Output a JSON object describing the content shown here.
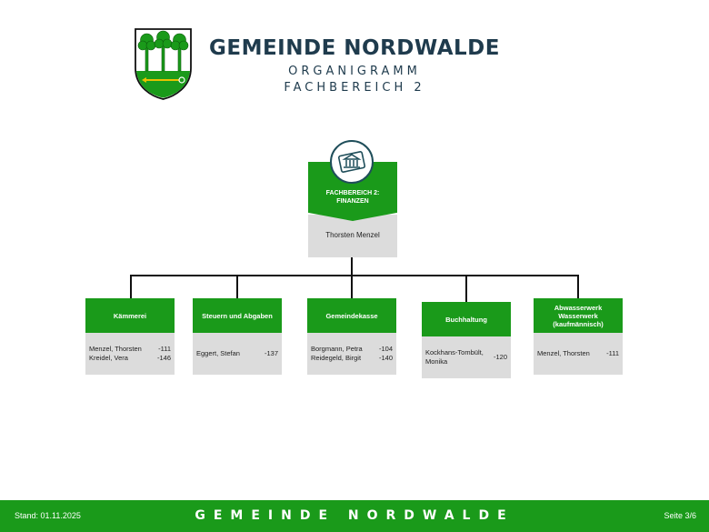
{
  "header": {
    "title": "GEMEINDE NORDWALDE",
    "subtitle1": "ORGANIGRAMM",
    "subtitle2": "FACHBEREICH 2"
  },
  "head_node": {
    "title": "FACHBEREICH 2:\nFINANZEN",
    "person": "Thorsten Menzel",
    "icon": "bank-money-icon"
  },
  "units": [
    {
      "name": "Kämmerei",
      "staff": [
        {
          "name": "Menzel, Thorsten",
          "ext": "-111"
        },
        {
          "name": "Kreidel, Vera",
          "ext": "-146"
        }
      ]
    },
    {
      "name": "Steuern und Abgaben",
      "staff": [
        {
          "name": "Eggert, Stefan",
          "ext": "-137"
        }
      ]
    },
    {
      "name": "Gemeindekasse",
      "staff": [
        {
          "name": "Borgmann, Petra",
          "ext": "-104"
        },
        {
          "name": "Reidegeld, Birgit",
          "ext": "-140"
        }
      ]
    },
    {
      "name": "Buchhaltung",
      "staff": [
        {
          "name": "Kockhans-Tombült, Monika",
          "ext": "-120"
        }
      ]
    },
    {
      "name": "Abwasserwerk Wasserwerk (kaufmännisch)",
      "staff": [
        {
          "name": "Menzel, Thorsten",
          "ext": "-111"
        }
      ]
    }
  ],
  "footer": {
    "stand": "Stand: 01.11.2025",
    "brand": "GEMEINDE NORDWALDE",
    "page": "Seite 3/6"
  },
  "colors": {
    "green": "#1a9a1a",
    "gray_box": "#dcdcdc",
    "title_text": "#1f3b4d"
  }
}
